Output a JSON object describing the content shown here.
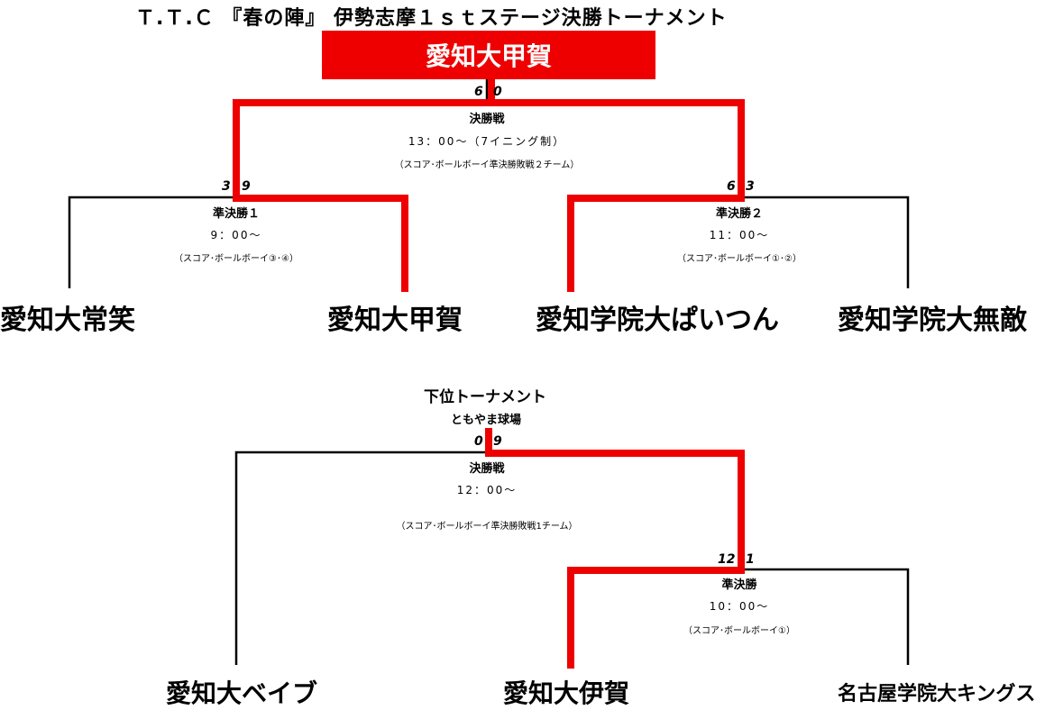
{
  "title": "Ｔ.Ｔ.Ｃ 『春の陣』 伊勢志摩１ｓｔステージ決勝トーナメント",
  "champion": "愛知大甲賀",
  "upper": {
    "final": {
      "score_left": "6",
      "score_right": "0",
      "round": "決勝戦",
      "time": "13：00～（7イニング制）",
      "note": "（スコア･ボールボーイ準決勝敗戦２チーム）"
    },
    "semi1": {
      "score_left": "3",
      "score_right": "9",
      "round": "準決勝１",
      "time": "9：00～",
      "note": "（スコア･ボールボーイ③･④）"
    },
    "semi2": {
      "score_left": "6",
      "score_right": "3",
      "round": "準決勝２",
      "time": "11：00～",
      "note": "（スコア･ボールボーイ①･②）"
    },
    "teams": [
      "愛知大常笑",
      "愛知大甲賀",
      "愛知学院大ぱいつん",
      "愛知学院大無敵"
    ]
  },
  "lower": {
    "header": "下位トーナメント",
    "venue": "ともやま球場",
    "final": {
      "score_left": "0",
      "score_right": "9",
      "round": "決勝戦",
      "time": "12：00～",
      "note": "（スコア･ボールボーイ準決勝敗戦1チーム）"
    },
    "semi": {
      "score_left": "12",
      "score_right": "1",
      "round": "準決勝",
      "time": "10：00～",
      "note": "（スコア･ボールボーイ①）"
    },
    "teams": [
      "愛知大ベイブ",
      "愛知大伊賀",
      "名古屋学院大キングス"
    ]
  },
  "colors": {
    "winner_path": "#ee0000",
    "bracket_line": "#000000",
    "winner_box": "#ee0000"
  }
}
